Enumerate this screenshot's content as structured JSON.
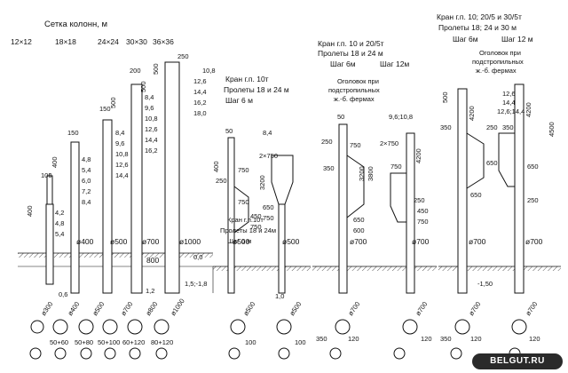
{
  "header": {
    "title": "Сетка колонн, м",
    "grids": [
      "12×12",
      "18×18",
      "24×24",
      "30×30",
      "36×36"
    ]
  },
  "groups": {
    "g1": {
      "sections": {
        "c1": [
          "4,2",
          "4,8",
          "5,4"
        ],
        "c2": [
          "4,8",
          "5,4",
          "6,0",
          "7,2",
          "8,4"
        ],
        "c3": [
          "8,4",
          "9,6",
          "10,8",
          "12,6",
          "14,4"
        ],
        "c4": [
          "8,4",
          "9,6",
          "10,8",
          "12,6",
          "14,4",
          "16,2"
        ],
        "c5": [
          "10,8",
          "12,6",
          "14,4",
          "16,2",
          "18,0"
        ]
      },
      "diameters": [
        "ø400",
        "ø500",
        "ø700",
        "ø1000"
      ],
      "heads": [
        "100",
        "150",
        "150",
        "200",
        "250"
      ],
      "heights": [
        "400",
        "400",
        "500",
        "500",
        "500"
      ],
      "dims": [
        "800",
        "0,0",
        "1,5;-1,8",
        "0,6",
        "1,2"
      ],
      "plan_circles": [
        "ø300",
        "ø400",
        "ø500",
        "ø700",
        "ø800",
        "ø1000"
      ],
      "plan_dims": [
        "50+60",
        "50+80",
        "50+100",
        "60+120",
        "80+120"
      ]
    },
    "g2": {
      "caption": [
        "Кран г.п. 10т",
        "Пролеты 18 и 24 м",
        "Шаг 6 м"
      ],
      "dims": [
        "50",
        "400",
        "250",
        "8,4",
        "2×750",
        "3200",
        "750",
        "750",
        "450",
        "750",
        "650",
        "750",
        "1,0"
      ],
      "lower_caption": [
        "Кран г.п.10т",
        "Пролеты 18 и 24м",
        "Шаг 6 м"
      ],
      "diameters": [
        "ø500",
        "ø500"
      ],
      "plan_circles": [
        "ø500",
        "ø500"
      ],
      "plan_dims": [
        "100",
        "100"
      ]
    },
    "g3": {
      "caption": [
        "Кран г.п. 10 и 20/5т",
        "Пролеты 18 и 24 м",
        "Шаг 6м",
        "Шаг 12м"
      ],
      "head_caption": [
        "Оголовок при",
        "подстропильных",
        "ж.-б. фермах"
      ],
      "dims": [
        "50",
        "250",
        "350",
        "750",
        "3200",
        "3800",
        "9,6;10,8",
        "2×750",
        "4200",
        "750",
        "650",
        "600",
        "450",
        "750",
        "250"
      ],
      "diameters": [
        "ø700",
        "ø700"
      ],
      "plan_circles": [
        "ø700",
        "ø700"
      ],
      "plan_dims": [
        "350",
        "120",
        "120"
      ]
    },
    "g4": {
      "caption": [
        "Кран г.п. 10; 20/5 и 30/5т",
        "Пролеты 18; 24 и 30 м",
        "Шаг 6м",
        "Шаг 12 м"
      ],
      "head_caption": [
        "Оголовок при",
        "подстропильных",
        "ж.-б. фермах"
      ],
      "dims": [
        "500",
        "350",
        "12,6",
        "14,4",
        "4200",
        "4200",
        "12,6;14,4",
        "250",
        "350",
        "4500",
        "650",
        "650",
        "650",
        "250",
        "-1,50"
      ],
      "diameters": [
        "ø700",
        "ø700"
      ],
      "plan_circles": [
        "ø700",
        "ø700"
      ],
      "plan_dims": [
        "350",
        "120",
        "120"
      ]
    }
  },
  "watermark": "BELGUT.RU"
}
